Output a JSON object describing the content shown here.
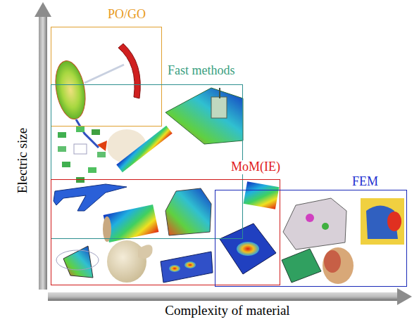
{
  "diagram": {
    "nodes": [
      {
        "text": [
          "PO/GO"
        ]
      },
      {
        "text": [
          "Fast methods"
        ]
      },
      {
        "text": [
          "MoM(IE)"
        ]
      },
      {
        "text": [
          "FEM"
        ]
      }
    ],
    "labels": [
      "Electric size",
      "Complexity of material"
    ]
  }
}
